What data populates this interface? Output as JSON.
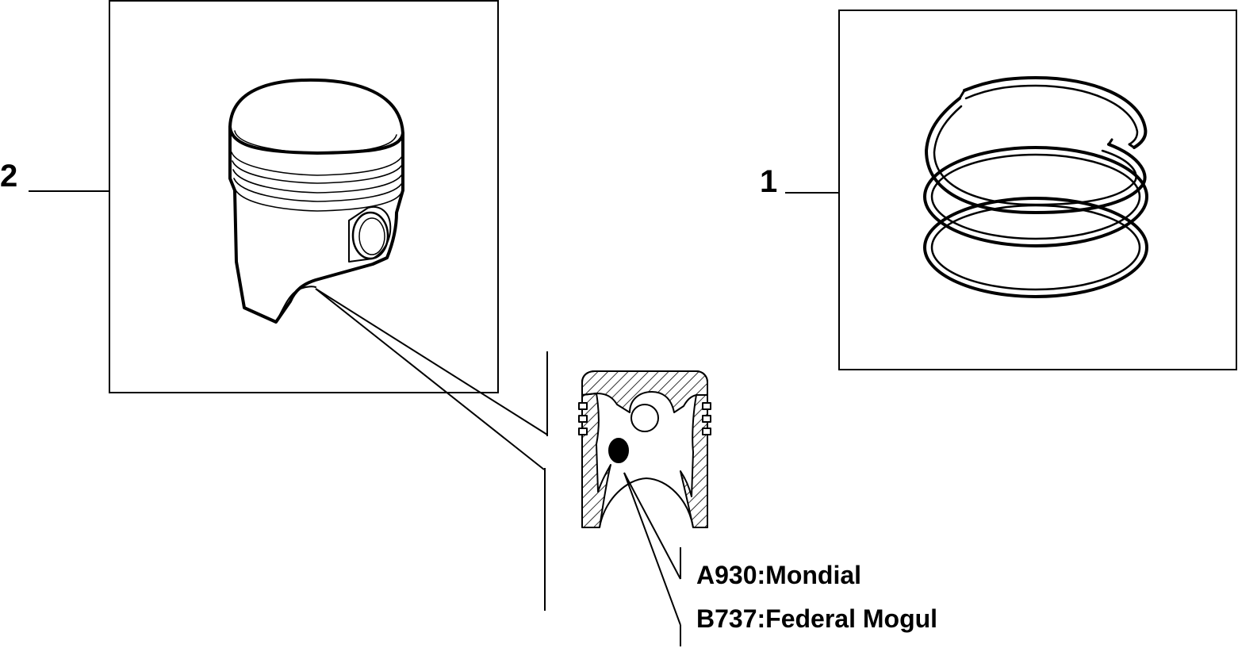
{
  "callouts": {
    "piston_ref": "2",
    "rings_ref": "1"
  },
  "suppliers": {
    "a": "A930:Mondial",
    "b": "B737:Federal Mogul"
  },
  "colors": {
    "ink": "#000000",
    "background": "#ffffff"
  }
}
